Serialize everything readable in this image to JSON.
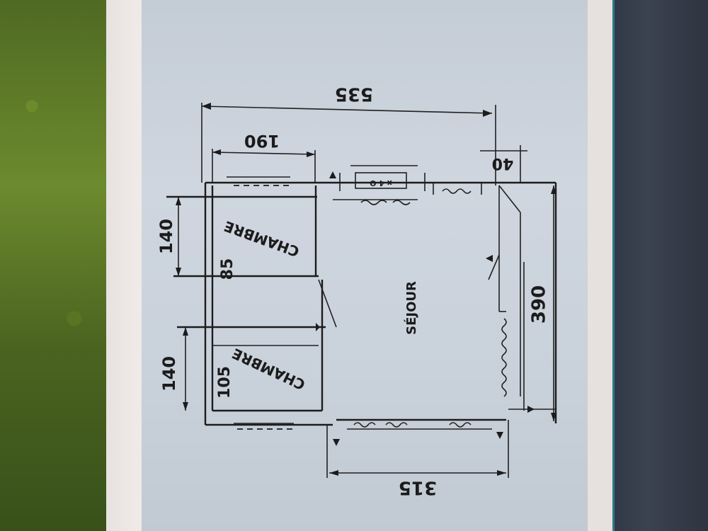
{
  "plan": {
    "dims": {
      "width_top": "535",
      "bedroom_width": "190",
      "small": "40",
      "bedroom1_height": "140",
      "bedroom2_height": "140",
      "corridor": "85",
      "closet": "105",
      "total_height": "390",
      "bottom_width": "315"
    },
    "rooms": {
      "bedroom1": "CHAMBRE",
      "bedroom2": "CHAMBRE",
      "living": "SÉJOUR"
    },
    "kitchen_label": "x 4 O"
  }
}
